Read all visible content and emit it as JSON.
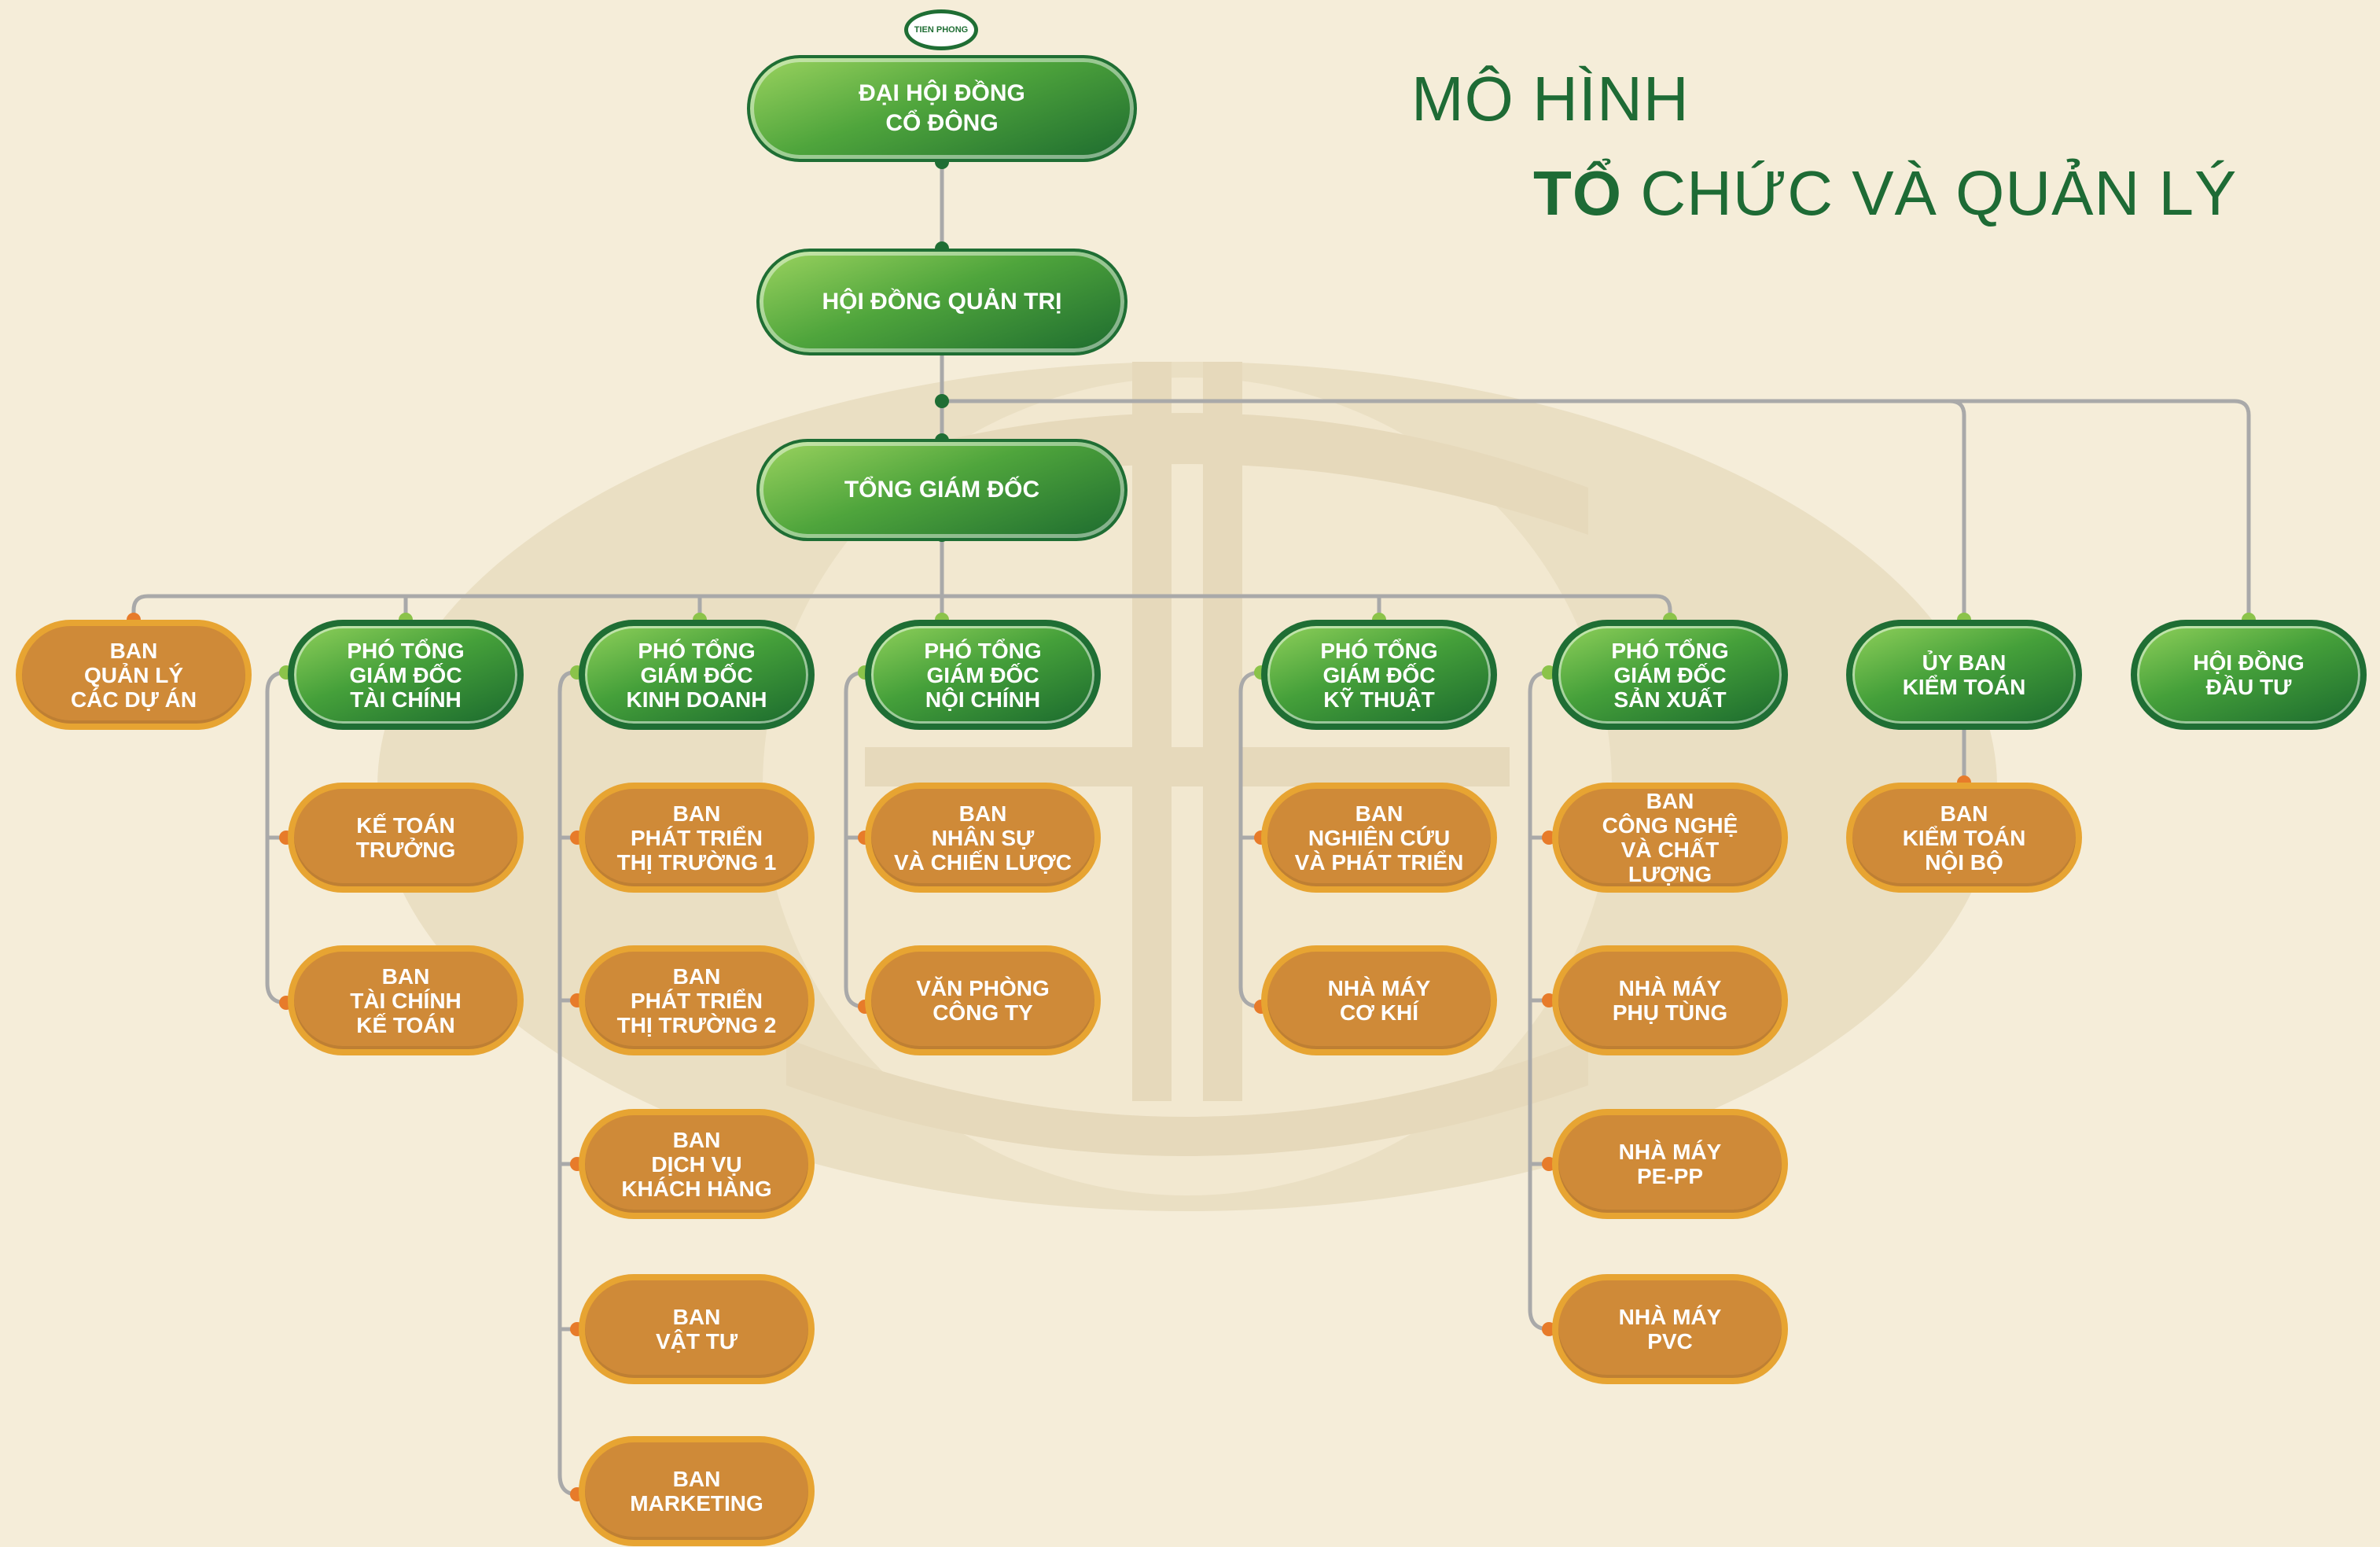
{
  "logo_text": "TIEN PHONG",
  "title": {
    "line1": "MÔ HÌNH",
    "line2_bold": "TỔ",
    "line2_rest": " CHỨC VÀ QUẢN LÝ"
  },
  "colors": {
    "green": "#1f6e34",
    "orange": "#cf8a38",
    "line": "#a9a9a9",
    "background": "#f5edd9"
  },
  "nodes": {
    "dai_hoi": "ĐẠI HỘI ĐỒNG\nCỔ ĐÔNG",
    "hoi_dong_qt": "HỘI ĐỒNG QUẢN TRỊ",
    "tong_gd": "TỔNG GIÁM ĐỐC",
    "ban_quan_ly_du_an": "BAN\nQUẢN LÝ\nCÁC DỰ ÁN",
    "pho_tc": "PHÓ TỔNG\nGIÁM ĐỐC\nTÀI CHÍNH",
    "pho_kd": "PHÓ TỔNG\nGIÁM ĐỐC\nKINH DOANH",
    "pho_nc": "PHÓ TỔNG\nGIÁM ĐỐC\nNỘI CHÍNH",
    "pho_kt": "PHÓ TỔNG\nGIÁM ĐỐC\nKỸ THUẬT",
    "pho_sx": "PHÓ TỔNG\nGIÁM ĐỐC\nSẢN XUẤT",
    "uy_ban_kt": "ỦY BAN\nKIỂM TOÁN",
    "hoi_dong_dt": "HỘI ĐỒNG\nĐẦU TƯ",
    "ke_toan_truong": "KẾ TOÁN\nTRƯỞNG",
    "ban_tc_kt": "BAN\nTÀI CHÍNH\nKẾ TOÁN",
    "ban_ptt1": "BAN\nPHÁT TRIỂN\nTHỊ TRƯỜNG 1",
    "ban_ptt2": "BAN\nPHÁT TRIỂN\nTHỊ TRƯỜNG 2",
    "ban_dvkh": "BAN\nDỊCH VỤ\nKHÁCH HÀNG",
    "ban_vat_tu": "BAN\nVẬT TƯ",
    "ban_marketing": "BAN\nMARKETING",
    "ban_ns": "BAN\nNHÂN SỰ\nVÀ CHIẾN LƯỢC",
    "van_phong": "VĂN PHÒNG\nCÔNG TY",
    "ban_nc_pt": "BAN\nNGHIÊN CỨU\nVÀ PHÁT TRIỂN",
    "nm_co_khi": "NHÀ MÁY\nCƠ KHÍ",
    "ban_cn_cl": "BAN\nCÔNG NGHỆ\nVÀ CHẤT LƯỢNG",
    "nm_phu_tung": "NHÀ MÁY\nPHỤ TÙNG",
    "nm_pe_pp": "NHÀ MÁY\nPE-PP",
    "nm_pvc": "NHÀ MÁY\nPVC",
    "ban_kt_noi_bo": "BAN\nKIỂM TOÁN\nNỘI BỘ"
  }
}
